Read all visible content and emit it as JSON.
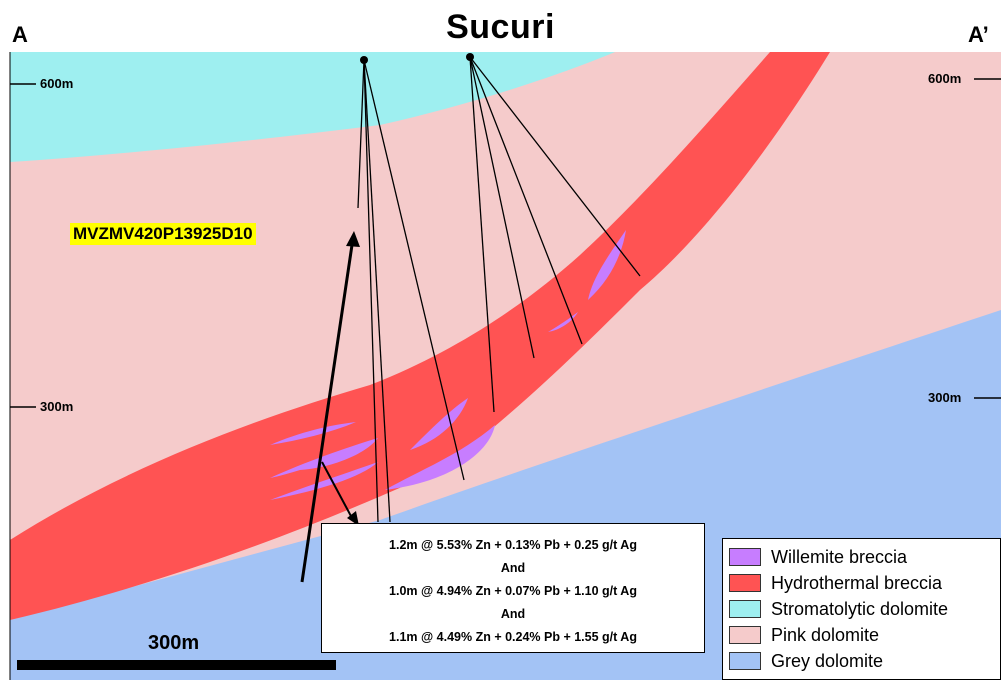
{
  "title": "Sucuri",
  "section_ends": {
    "left": "A",
    "right": "A’"
  },
  "elevations": {
    "left_upper": "600m",
    "left_lower": "300m",
    "right_upper": "600m",
    "right_lower": "300m"
  },
  "drillhole_label": "MVZMV420P13925D10",
  "results": [
    "1.2m @ 5.53% Zn + 0.13% Pb + 0.25 g/t Ag",
    "And",
    "1.0m @ 4.94% Zn + 0.07% Pb + 1.10 g/t Ag",
    "And",
    "1.1m @ 4.49% Zn + 0.24% Pb + 1.55 g/t Ag"
  ],
  "scale_bar": "300m",
  "legend": [
    {
      "label": "Willemite breccia",
      "color": "#c77dff"
    },
    {
      "label": "Hydrothermal breccia",
      "color": "#ff5353"
    },
    {
      "label": "Stromatolytic dolomite",
      "color": "#9eeff0"
    },
    {
      "label": "Pink dolomite",
      "color": "#f5cbcb"
    },
    {
      "label": "Grey dolomite",
      "color": "#a3c3f5"
    }
  ],
  "colors": {
    "willemite": "#c77dff",
    "hydrothermal": "#ff5353",
    "stromatolytic": "#9eeff0",
    "pink": "#f5cbcb",
    "grey": "#a3c3f5",
    "highlight": "#ffff00"
  }
}
